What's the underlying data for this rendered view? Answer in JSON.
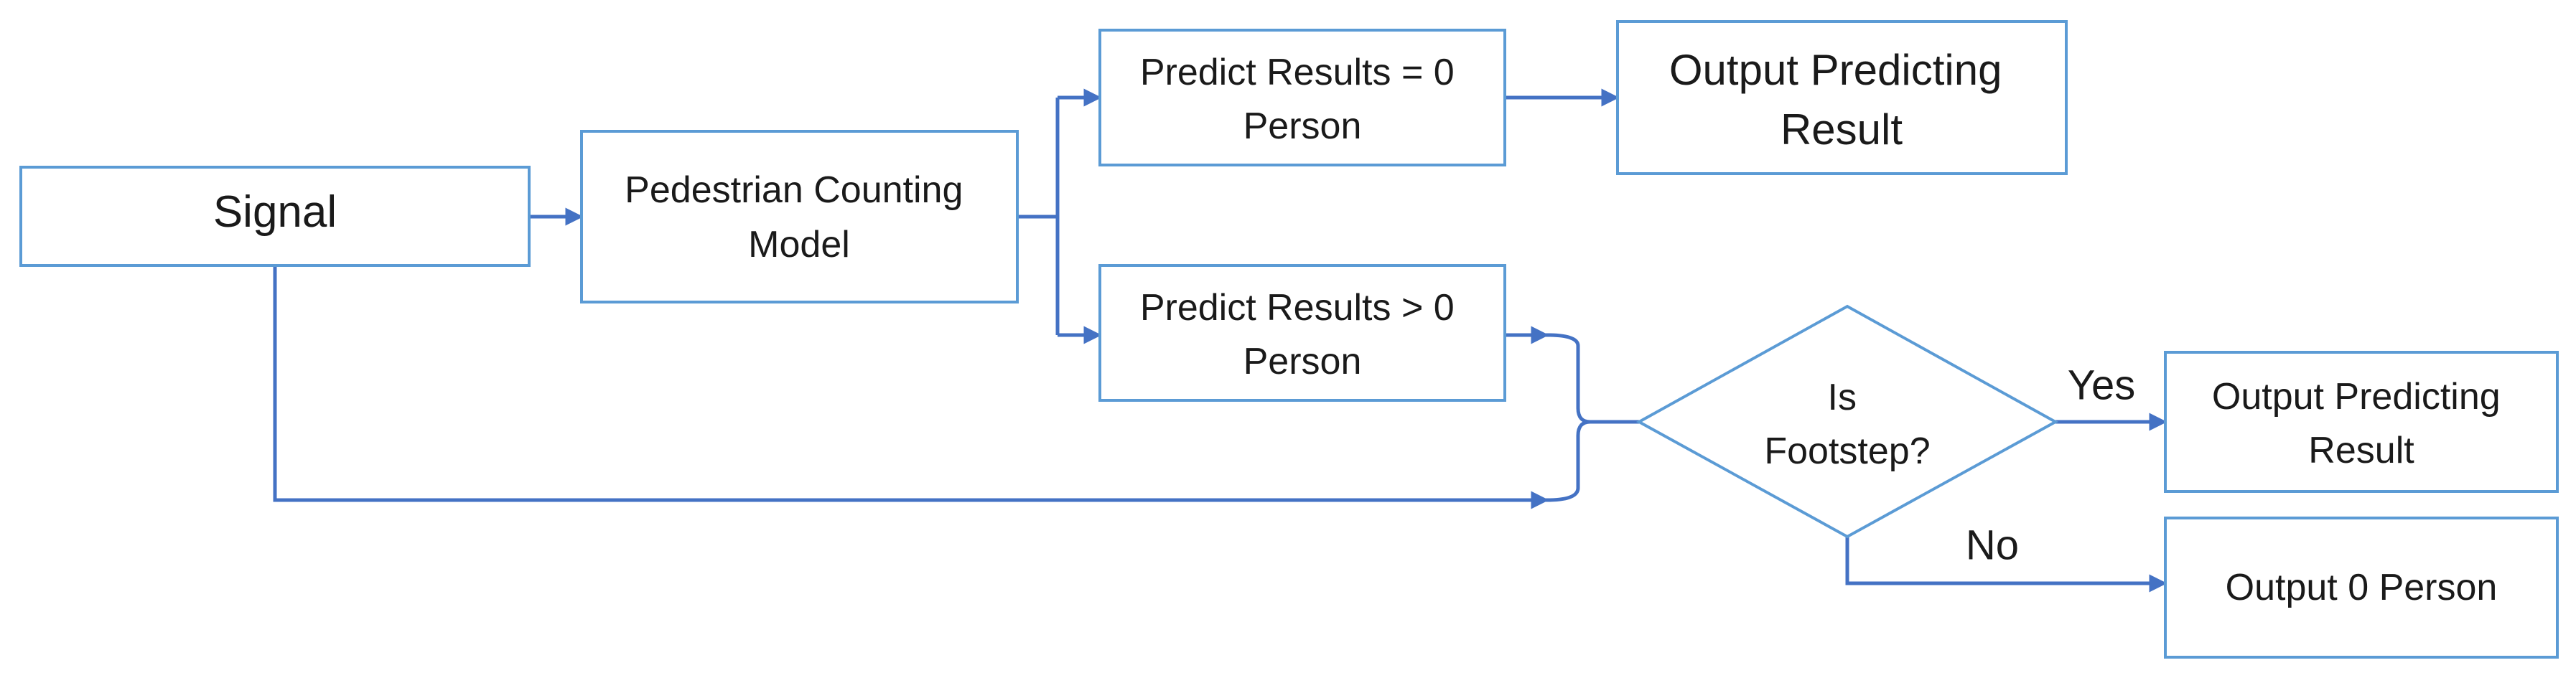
{
  "nodes": {
    "signal": {
      "lines": [
        "Signal"
      ]
    },
    "model": {
      "lines": [
        "Pedestrian Counting",
        "Model"
      ]
    },
    "predict_zero": {
      "lines": [
        "Predict Results = 0",
        "Person"
      ]
    },
    "output_predicting_top": {
      "lines": [
        "Output Predicting",
        "Result"
      ]
    },
    "predict_positive": {
      "lines": [
        "Predict Results > 0",
        "Person"
      ]
    },
    "decision": {
      "lines": [
        "Is",
        "Footstep?"
      ]
    },
    "output_predicting_yes": {
      "lines": [
        "Output Predicting",
        "Result"
      ]
    },
    "output_zero": {
      "lines": [
        "Output 0 Person"
      ]
    }
  },
  "edge_labels": {
    "yes": "Yes",
    "no": "No"
  },
  "colors": {
    "box_stroke": "#5b9bd5",
    "edge": "#4472c4",
    "text": "#1a1a1a"
  }
}
